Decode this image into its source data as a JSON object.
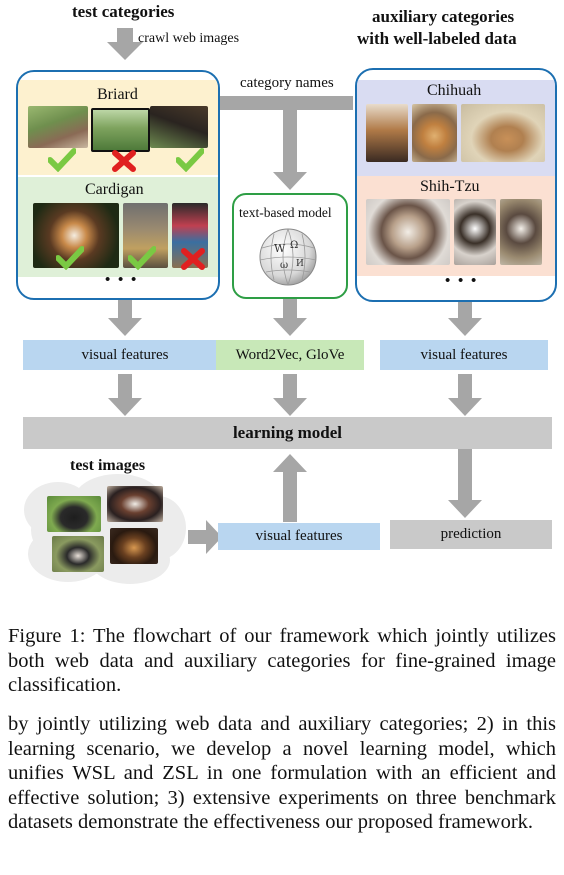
{
  "figure": {
    "test_categories": "test categories",
    "crawl_web_images": "crawl web images",
    "aux_title_line1": "auxiliary categories",
    "aux_title_line2": "with well-labeled data",
    "category_names": "category names",
    "briard": "Briard",
    "cardigan": "Cardigan",
    "chihuahua": "Chihuah",
    "shih_tzu": "Shih-Tzu",
    "text_based_model": "text-based model",
    "ellipsis": "• • •",
    "visual_features_left": "visual features",
    "word2vec": "Word2Vec, GloVe",
    "visual_features_right": "visual features",
    "learning_model": "learning model",
    "test_images": "test images",
    "visual_features_bottom": "visual features",
    "prediction": "prediction",
    "colors": {
      "arrow_gray": "#a6a6a6",
      "box_gray": "#c9c9c9",
      "light_blue": "#b9d6f0",
      "light_green": "#c8e8b8",
      "border_blue": "#1c6fb1",
      "border_green": "#2e9e45",
      "check_green": "#7ac943",
      "cross_red": "#e02020"
    }
  },
  "caption": "Figure 1: The flowchart of our framework which jointly utilizes both web data and auxiliary categories for fine-grained image classification.",
  "body_text": "by jointly utilizing web data and auxiliary categories; 2) in this learning scenario, we develop a novel learning model, which unifies WSL and ZSL in one formulation with an efficient and effective solution; 3) extensive experiments on three benchmark datasets demonstrate the effectiveness our proposed framework."
}
